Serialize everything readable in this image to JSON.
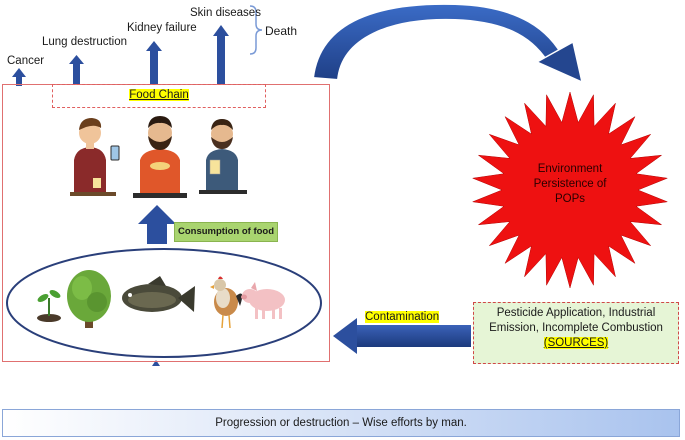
{
  "outcomes": {
    "cancer": "Cancer",
    "lung": "Lung destruction",
    "kidney": "Kidney failure",
    "skin": "Skin diseases",
    "death": "Death"
  },
  "food_chain": {
    "label": "Food Chain"
  },
  "consumption": {
    "label": "Consumption of food"
  },
  "pops": {
    "line1": "Environment",
    "line2": "Persistence of",
    "line3": "POPs"
  },
  "sources": {
    "line1": "Pesticide Application, Industrial",
    "line2": "Emission, Incomplete Combustion",
    "tag": "(SOURCES)"
  },
  "contamination": {
    "label": "Contamination"
  },
  "footer": {
    "text": "Progression or destruction – Wise efforts by man."
  },
  "icons": [
    "person-phone-icon",
    "person-eating-icon",
    "person-drinking-icon",
    "seedling-icon",
    "tree-icon",
    "fish-icon",
    "chicken-icon",
    "pig-icon"
  ],
  "colors": {
    "arrow_blue": "#2c4f9e",
    "burst_red": "#ee1111",
    "highlight": "#ffff00",
    "label_green": "#a9d46f"
  }
}
